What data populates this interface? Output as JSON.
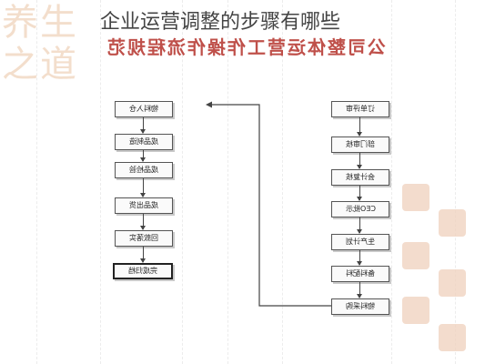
{
  "caption": "企业运营调整的步骤有哪些",
  "banner": "公司整体运营工作操作流程规范",
  "stamp_text": "养生之道",
  "left_column": [
    "物料入仓",
    "成品制造",
    "成品检验",
    "成品出货",
    "回款落实",
    "完成归档"
  ],
  "right_column": [
    "订单评审",
    "部门审核",
    "会计复核",
    "CEO批示",
    "生产计划",
    "备料配料",
    "物料采购"
  ],
  "colors": {
    "banner": "#b5322b",
    "box_border": "#555555",
    "arrow": "#444444"
  }
}
